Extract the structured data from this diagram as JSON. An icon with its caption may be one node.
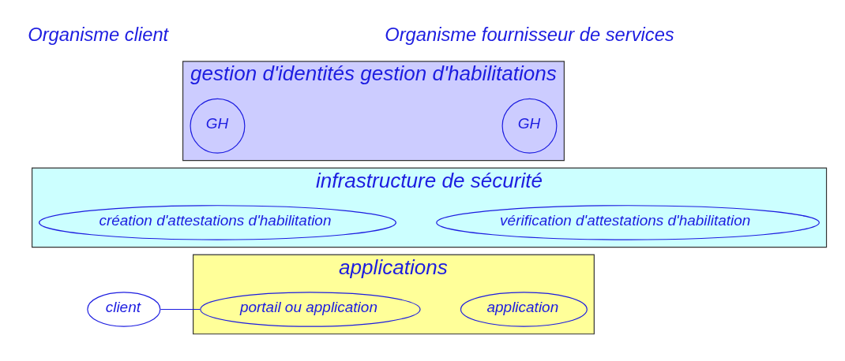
{
  "diagram": {
    "nodes": [
      {
        "text": [
          "gestion d'identités gestion d'habilitations"
        ]
      },
      {
        "text": [
          "GH"
        ],
        "in": 0
      },
      {
        "text": [
          "GH"
        ],
        "in": 0
      },
      {
        "text": [
          "infrastructure de sécurité"
        ]
      },
      {
        "text": [
          "création d'attestations d'habilitation"
        ],
        "in": 3
      },
      {
        "text": [
          "vérification d'attestations d'habilitation"
        ],
        "in": 3
      },
      {
        "text": [
          "applications"
        ]
      },
      {
        "text": [
          "portail ou application"
        ],
        "in": 6
      },
      {
        "text": [
          "application"
        ],
        "in": 6
      },
      {
        "text": [
          "client"
        ]
      }
    ],
    "edges": [
      {
        "from": 9,
        "to": 7,
        "arrow": "none"
      }
    ],
    "labels": [
      "Organisme client",
      "Organisme fournisseur de services"
    ]
  }
}
